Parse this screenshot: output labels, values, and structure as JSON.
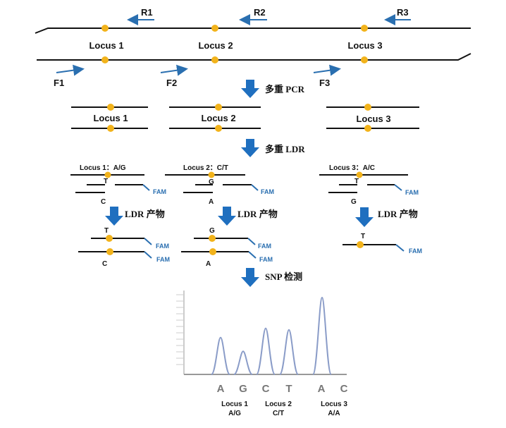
{
  "genome": {
    "loci": [
      "Locus 1",
      "Locus 2",
      "Locus 3"
    ],
    "reverse_primers": [
      "R1",
      "R2",
      "R3"
    ],
    "forward_primers": [
      "F1",
      "F2",
      "F3"
    ]
  },
  "steps": {
    "pcr": "多重 PCR",
    "ldr": "多重 LDR",
    "ldr_product": "LDR 产物",
    "detect": "SNP 检测"
  },
  "pcr_products": [
    "Locus 1",
    "Locus 2",
    "Locus 3"
  ],
  "ldr": [
    {
      "label": "Locus 1：A/G",
      "top_base": "T",
      "bottom_base": "C"
    },
    {
      "label": "Locus 2：C/T",
      "top_base": "G",
      "bottom_base": "A"
    },
    {
      "label": "Locus 3：A/C",
      "top_base": "T",
      "bottom_base": "G"
    }
  ],
  "fam_label": "FAM",
  "products": [
    {
      "bases": [
        "T",
        "C"
      ]
    },
    {
      "bases": [
        "G",
        "A"
      ]
    },
    {
      "bases": [
        "T"
      ]
    }
  ],
  "electropherogram": {
    "peak_color": "#8a9cc8",
    "bases": [
      "A",
      "G",
      "C",
      "T",
      "A",
      "C"
    ],
    "peak_heights": [
      48,
      30,
      60,
      58,
      100,
      0
    ],
    "groups": [
      {
        "locus": "Locus 1",
        "genotype": "A/G"
      },
      {
        "locus": "Locus 2",
        "genotype": "C/T"
      },
      {
        "locus": "Locus 3",
        "genotype": "A/A"
      }
    ]
  }
}
